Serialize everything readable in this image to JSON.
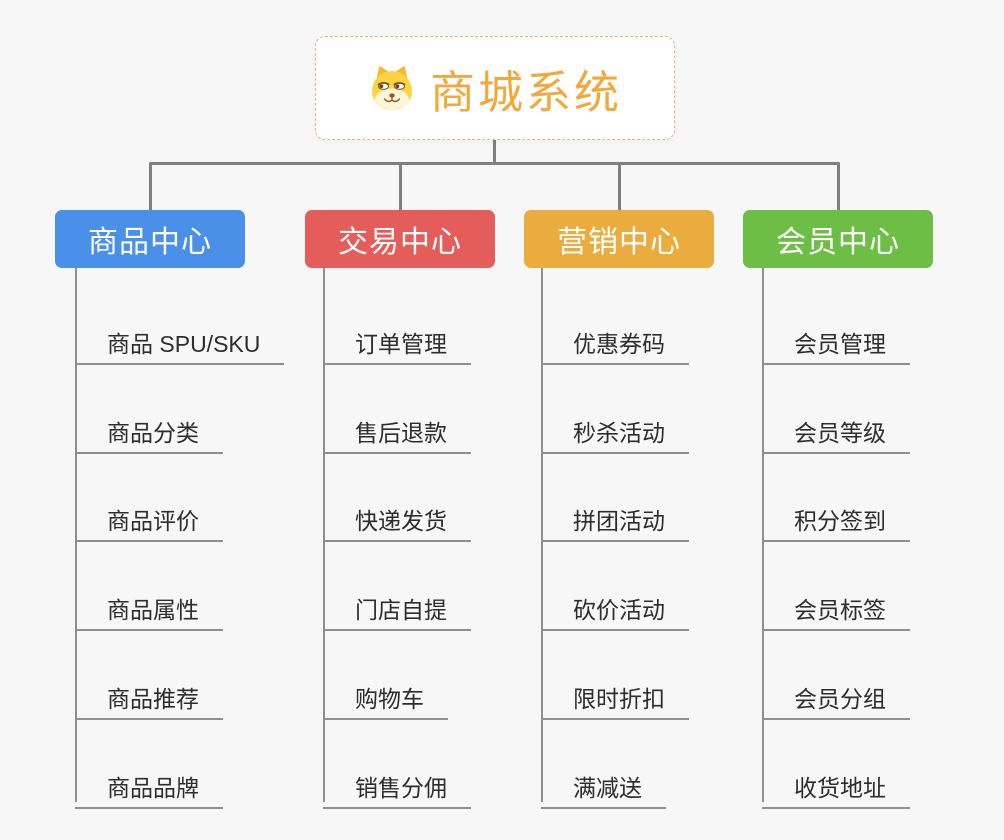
{
  "root": {
    "title": "商城系统",
    "icon": "doge-icon",
    "title_color": "#f1a83c",
    "border_color": "#f2b35c"
  },
  "connector_color": "#7f7f7f",
  "leaf_line_color": "#8f8f8f",
  "background_color": "#f7f7f7",
  "branches": [
    {
      "id": "product-center",
      "label": "商品中心",
      "color": "#4a90e8",
      "children": [
        "商品 SPU/SKU",
        "商品分类",
        "商品评价",
        "商品属性",
        "商品推荐",
        "商品品牌"
      ]
    },
    {
      "id": "trade-center",
      "label": "交易中心",
      "color": "#e55d5b",
      "children": [
        "订单管理",
        "售后退款",
        "快递发货",
        "门店自提",
        "购物车",
        "销售分佣"
      ]
    },
    {
      "id": "marketing-center",
      "label": "营销中心",
      "color": "#ebac3f",
      "children": [
        "优惠券码",
        "秒杀活动",
        "拼团活动",
        "砍价活动",
        "限时折扣",
        "满减送"
      ]
    },
    {
      "id": "member-center",
      "label": "会员中心",
      "color": "#6cbe45",
      "children": [
        "会员管理",
        "会员等级",
        "积分签到",
        "会员标签",
        "会员分组",
        "收货地址"
      ]
    }
  ]
}
